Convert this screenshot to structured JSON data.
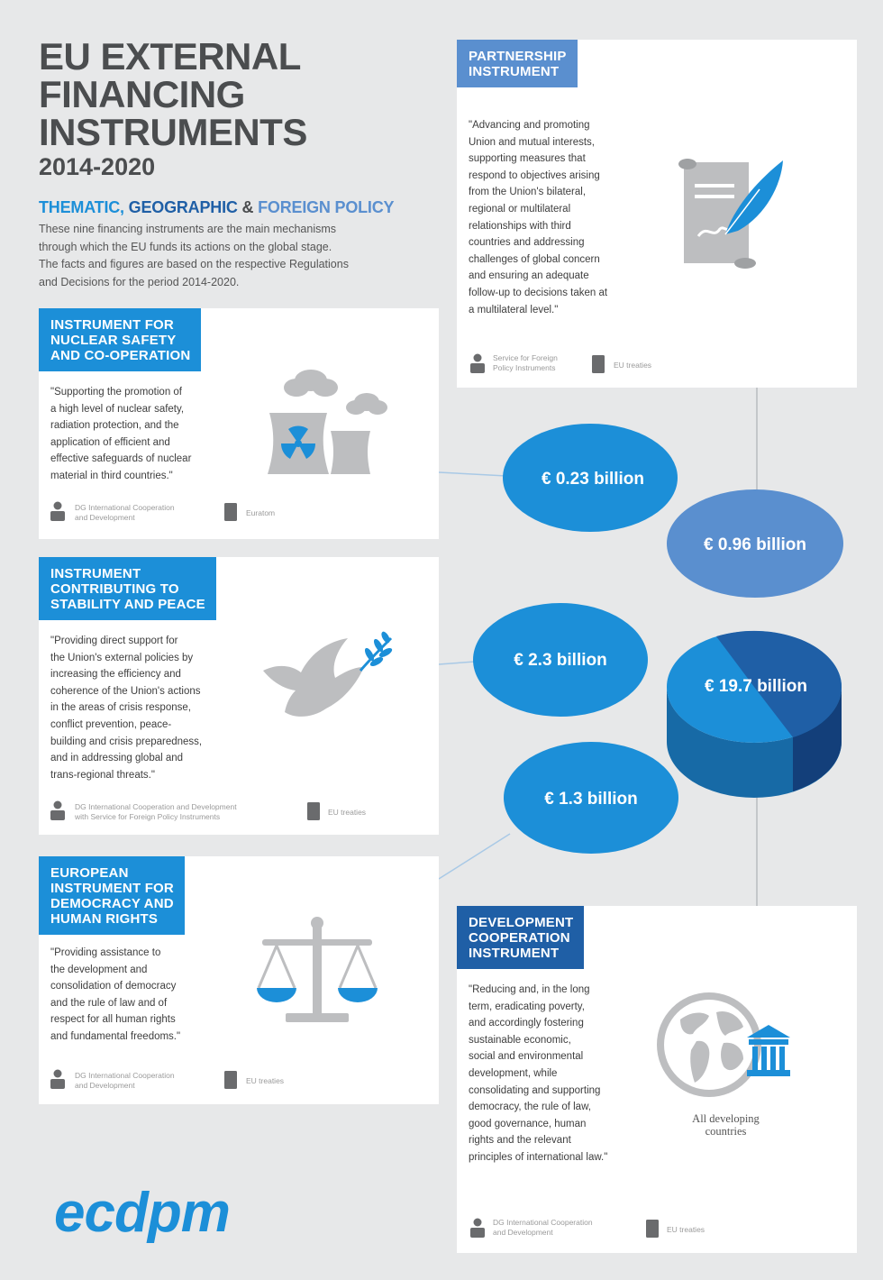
{
  "header": {
    "title_lines": [
      "EU EXTERNAL",
      "FINANCING",
      "INSTRUMENTS"
    ],
    "years": "2014-2020",
    "subtitle": {
      "thematic": "THEMATIC,",
      "geographic": "GEOGRAPHIC",
      "amp": "&",
      "foreign": "FOREIGN POLICY"
    },
    "intro_lines": [
      "These nine financing instruments are the main mechanisms",
      "through which the EU funds its actions on the global stage.",
      "The facts and figures are based on the respective Regulations",
      "and Decisions for the period 2014-2020."
    ]
  },
  "instruments": {
    "nuclear": {
      "tag_lines": [
        "INSTRUMENT FOR",
        "NUCLEAR SAFETY",
        "AND CO-OPERATION"
      ],
      "quote_lines": [
        "\"Supporting the promotion of",
        "a high level of nuclear safety,",
        "radiation protection, and the",
        "application of efficient and",
        "effective safeguards of nuclear",
        "material in third countries.\""
      ],
      "service_lines": [
        "DG International Cooperation",
        "and Development"
      ],
      "legal": "Euratom",
      "amount": "€ 0.23 billion"
    },
    "stability": {
      "tag_lines": [
        "INSTRUMENT",
        "CONTRIBUTING TO",
        "STABILITY AND PEACE"
      ],
      "quote_lines": [
        "\"Providing direct support for",
        "the Union's external policies by",
        "increasing the efficiency and",
        "coherence of the Union's actions",
        "in the areas of crisis response,",
        "conflict prevention, peace-",
        "building and crisis preparedness,",
        "and in addressing global and",
        "trans-regional threats.\""
      ],
      "service_lines": [
        "DG International Cooperation and Development",
        "with Service for Foreign Policy Instruments"
      ],
      "legal": "EU treaties",
      "amount": "€ 2.3 billion"
    },
    "democracy": {
      "tag_lines": [
        "EUROPEAN",
        "INSTRUMENT FOR",
        "DEMOCRACY AND",
        "HUMAN RIGHTS"
      ],
      "quote_lines": [
        "\"Providing assistance to",
        "the development and",
        "consolidation of democracy",
        "and the rule of law and of",
        "respect for all human rights",
        "and fundamental freedoms.\""
      ],
      "service_lines": [
        "DG International Cooperation",
        "and Development"
      ],
      "legal": "EU treaties",
      "amount": "€ 1.3 billion"
    },
    "partnership": {
      "tag_lines": [
        "PARTNERSHIP",
        "INSTRUMENT"
      ],
      "quote_lines": [
        "\"Advancing and promoting",
        "Union and mutual interests,",
        "supporting measures that",
        "respond to objectives arising",
        "from the Union's bilateral,",
        "regional or multilateral",
        "relationships with third",
        "countries and addressing",
        "challenges of global concern",
        "and ensuring an adequate",
        "follow-up to decisions taken at",
        "a multilateral level.\""
      ],
      "service_lines": [
        "Service for Foreign",
        "Policy Instruments"
      ],
      "legal": "EU treaties",
      "amount": "€ 0.96 billion"
    },
    "development": {
      "tag_lines": [
        "DEVELOPMENT",
        "COOPERATION",
        "INSTRUMENT"
      ],
      "quote_lines": [
        "\"Reducing and, in the long",
        "term, eradicating poverty,",
        "and accordingly fostering",
        "sustainable economic,",
        "social and environmental",
        "development, while",
        "consolidating and supporting",
        "democracy, the rule of law,",
        "good governance, human",
        "rights and the relevant",
        "principles of international law.\""
      ],
      "service_lines": [
        "DG International Cooperation",
        "and Development"
      ],
      "legal": "EU treaties",
      "amount": "€ 19.7 billion",
      "caption_lines": [
        "All developing",
        "countries"
      ]
    }
  },
  "logo": "ecdpm",
  "colors": {
    "blue": "#1c8fd8",
    "dark_blue": "#1f5fa6",
    "mid_blue": "#5a8fcf",
    "grey": "#bdbec0",
    "background": "#e7e8e9"
  }
}
